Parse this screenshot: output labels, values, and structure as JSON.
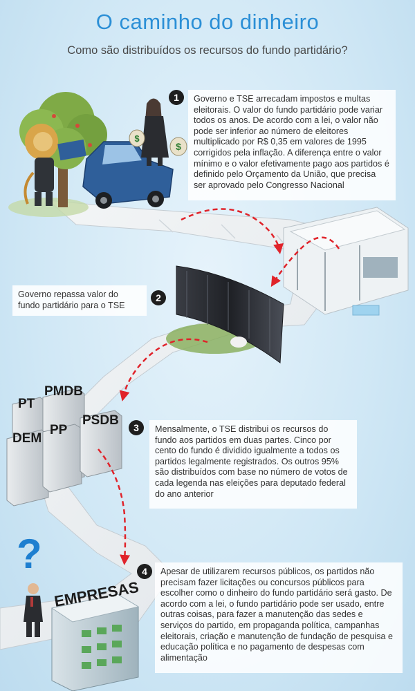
{
  "header": {
    "title": "O caminho do dinheiro",
    "subtitle": "Como são distribuídos os recursos do fundo partidário?"
  },
  "steps": [
    {
      "number": "1",
      "text": "Governo e TSE arrecadam impostos e multas eleitorais. O valor do fundo partidário pode variar todos os anos. De acordo com a lei, o valor não pode ser inferior ao número de eleitores multiplicado por R$ 0,35 em valores de 1995 corrigidos pela inflação. A diferença entre o valor mínimo e o valor efetivamente pago aos partidos é definido pelo Orçamento da União, que precisa ser aprovado pelo Congresso Nacional"
    },
    {
      "number": "2",
      "text": "Governo repassa valor do fundo partidário para o TSE"
    },
    {
      "number": "3",
      "text": "Mensalmente, o TSE distribui os recursos do fundo aos partidos em duas partes. Cinco por cento do fundo é dividido igualmente a todos os partidos legalmente registrados. Os outros 95% são distribuídos com base no número de votos de cada legenda nas eleições para deputado federal do ano anterior"
    },
    {
      "number": "4",
      "text": "Apesar de utilizarem recursos públicos, os partidos não precisam fazer licitações ou concursos públicos para escolher como o dinheiro do fundo partidário será gasto. De acordo com a lei, o fundo partidário pode ser usado, entre outras coisas, para fazer a manutenção das sedes e serviços do partido, em propaganda política, campanhas eleitorais, criação e manutenção de fundação de pesquisa e educação política e no pagamento de despesas com alimentação"
    }
  ],
  "illustration": {
    "money_bag_symbol": "$",
    "parties": [
      "PT",
      "PMDB",
      "DEM",
      "PP",
      "PSDB"
    ],
    "companies_sign": "EMPRESAS",
    "question_mark": "?"
  },
  "colors": {
    "title": "#2b8fd6",
    "arrow": "#e0232a",
    "badge": "#1e1e1e",
    "car": "#2f5f9a"
  },
  "icons": [
    "lion-icon",
    "tree-icon",
    "car-icon",
    "money-bag-icon",
    "person-icon",
    "building-icon",
    "question-mark-icon"
  ]
}
